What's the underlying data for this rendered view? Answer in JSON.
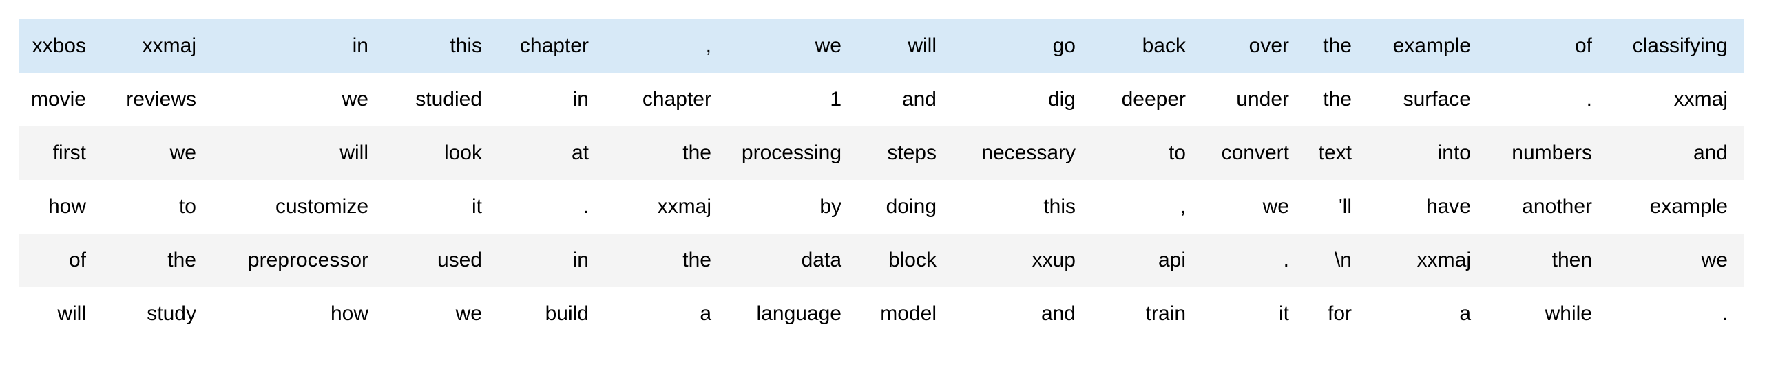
{
  "table": {
    "highlighted_row": 0,
    "colors": {
      "highlight": "#d7e9f7",
      "stripe": "#f4f4f4",
      "text": "#000000",
      "background": "#ffffff"
    },
    "rows": [
      [
        "xxbos",
        "xxmaj",
        "in",
        "this",
        "chapter",
        ",",
        "we",
        "will",
        "go",
        "back",
        "over",
        "the",
        "example",
        "of",
        "classifying"
      ],
      [
        "movie",
        "reviews",
        "we",
        "studied",
        "in",
        "chapter",
        "1",
        "and",
        "dig",
        "deeper",
        "under",
        "the",
        "surface",
        ".",
        "xxmaj"
      ],
      [
        "first",
        "we",
        "will",
        "look",
        "at",
        "the",
        "processing",
        "steps",
        "necessary",
        "to",
        "convert",
        "text",
        "into",
        "numbers",
        "and"
      ],
      [
        "how",
        "to",
        "customize",
        "it",
        ".",
        "xxmaj",
        "by",
        "doing",
        "this",
        ",",
        "we",
        "'ll",
        "have",
        "another",
        "example"
      ],
      [
        "of",
        "the",
        "preprocessor",
        "used",
        "in",
        "the",
        "data",
        "block",
        "xxup",
        "api",
        ".",
        "\\n",
        "xxmaj",
        "then",
        "we"
      ],
      [
        "will",
        "study",
        "how",
        "we",
        "build",
        "a",
        "language",
        "model",
        "and",
        "train",
        "it",
        "for",
        "a",
        "while",
        "."
      ]
    ]
  }
}
